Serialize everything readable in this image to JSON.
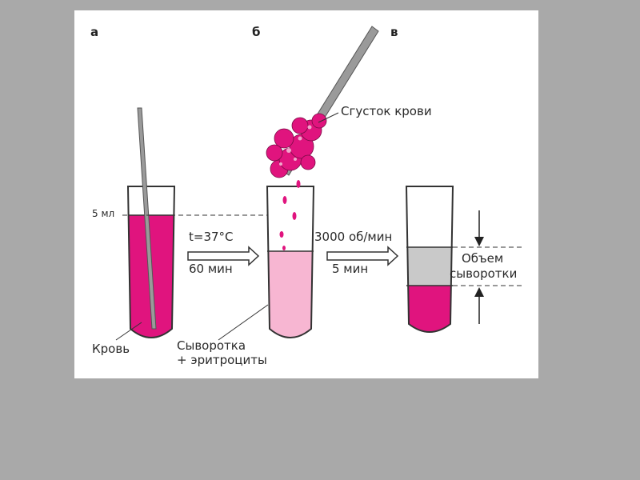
{
  "panels": {
    "a": "а",
    "b": "б",
    "c": "в"
  },
  "labels": {
    "volume": "5 мл",
    "temperature": "t=37°C",
    "incubation_time": "60 мин",
    "speed": "3000 об/мин",
    "centrifuge_time": "5 мин",
    "blood": "Кровь",
    "serum_line1": "Сыворотка",
    "serum_line2": "+ эритроциты",
    "clot": "Сгусток крови",
    "serum_volume_line1": "Объем",
    "serum_volume_line2": "сыворотки"
  },
  "colors": {
    "blood": "#e0147e",
    "serum_mix": "#f7b6d2",
    "serum": "#c9c9c9",
    "outline": "#333333",
    "rod": "#9a9a9a"
  }
}
